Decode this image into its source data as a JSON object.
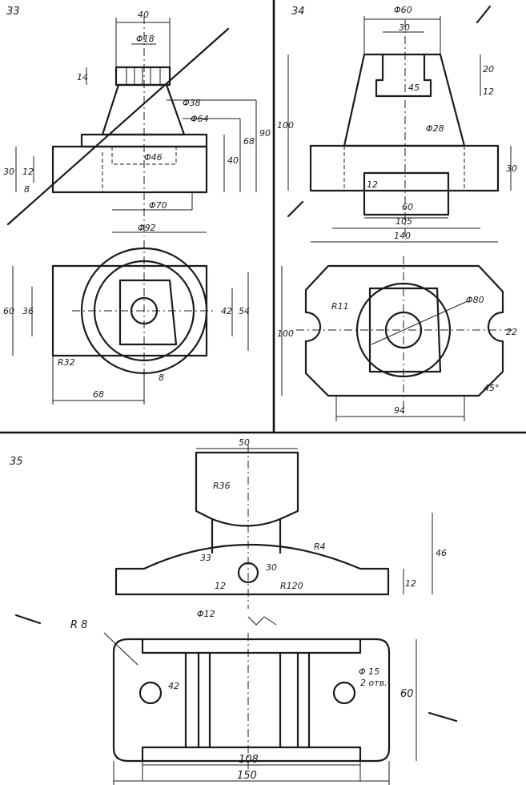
{
  "drawings": [
    {
      "number": "33",
      "front_dims": {
        "d40": "40",
        "d18": "Φ18",
        "d14": "14",
        "d38": "Φ38",
        "d64": "Φ64",
        "d46": "Φ46",
        "d70": "Φ70",
        "d92": "Φ92",
        "d90": "90",
        "d68": "68",
        "d40v": "40",
        "d30": "30",
        "d12": "12",
        "d8": "8"
      },
      "top_dims": {
        "d60": "60",
        "d36": "36",
        "d42": "42",
        "d54": "54",
        "r32": "R32",
        "d8": "8",
        "d68": "68"
      }
    },
    {
      "number": "34",
      "front_dims": {
        "d60": "Φ60",
        "d30": "30",
        "d45": "45",
        "d20": "20",
        "d12t": "12",
        "d28": "Φ28",
        "d100": "100",
        "d30v": "30",
        "d12": "12",
        "d60b": "60",
        "d105": "105",
        "d140": "140"
      },
      "top_dims": {
        "d100": "100",
        "r11": "R11",
        "d80": "Φ80",
        "d22": "22",
        "d45": "45°",
        "d94": "94"
      }
    },
    {
      "number": "35",
      "front_dims": {
        "d50": "50",
        "r36": "R36",
        "r4": "R4",
        "d33": "33",
        "d30": "30",
        "r120": "R120",
        "d12": "12",
        "d12r": "12",
        "d46": "46",
        "d12d": "Φ12"
      },
      "top_dims": {
        "r8": "R 8",
        "d42": "42",
        "d15": "Φ 15",
        "d15n": "2 отв.",
        "d60": "60",
        "d108": "108",
        "d150": "150"
      }
    }
  ]
}
